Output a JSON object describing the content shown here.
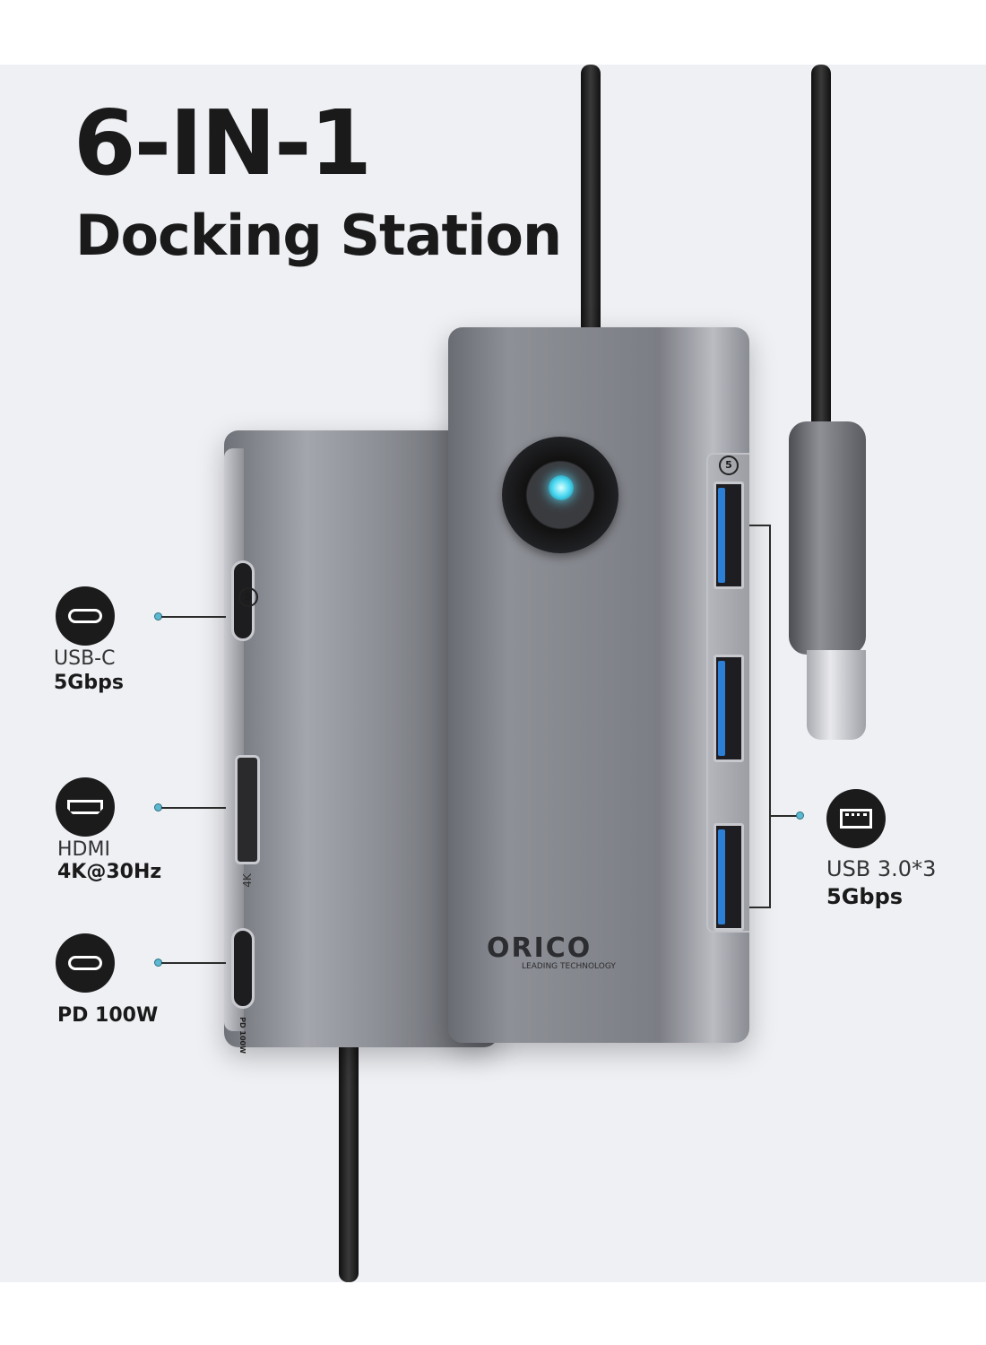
{
  "headline": {
    "title": "6-IN-1",
    "subtitle": "Docking Station"
  },
  "ports_left": [
    {
      "icon": "usb-c-icon",
      "name": "USB-C",
      "spec": "5Gbps"
    },
    {
      "icon": "hdmi-icon",
      "name": "HDMI",
      "spec": "4K@30Hz"
    },
    {
      "icon": "usb-c-icon",
      "name": "",
      "spec": "PD 100W"
    }
  ],
  "ports_right": {
    "icon": "usb-a-icon",
    "name": "USB 3.0*3",
    "spec": "5Gbps"
  },
  "product": {
    "brand": "ORICO",
    "tagline": "LEADING TECHNOLOGY",
    "hdmi_mark": "4K",
    "pd_mark": "PD 100W",
    "speed_mark": "5"
  },
  "colors": {
    "background": "#eef0f4",
    "accent_dot": "#5bb8d0",
    "led": "#47d7f0",
    "usb_blue": "#2d7fd6"
  }
}
